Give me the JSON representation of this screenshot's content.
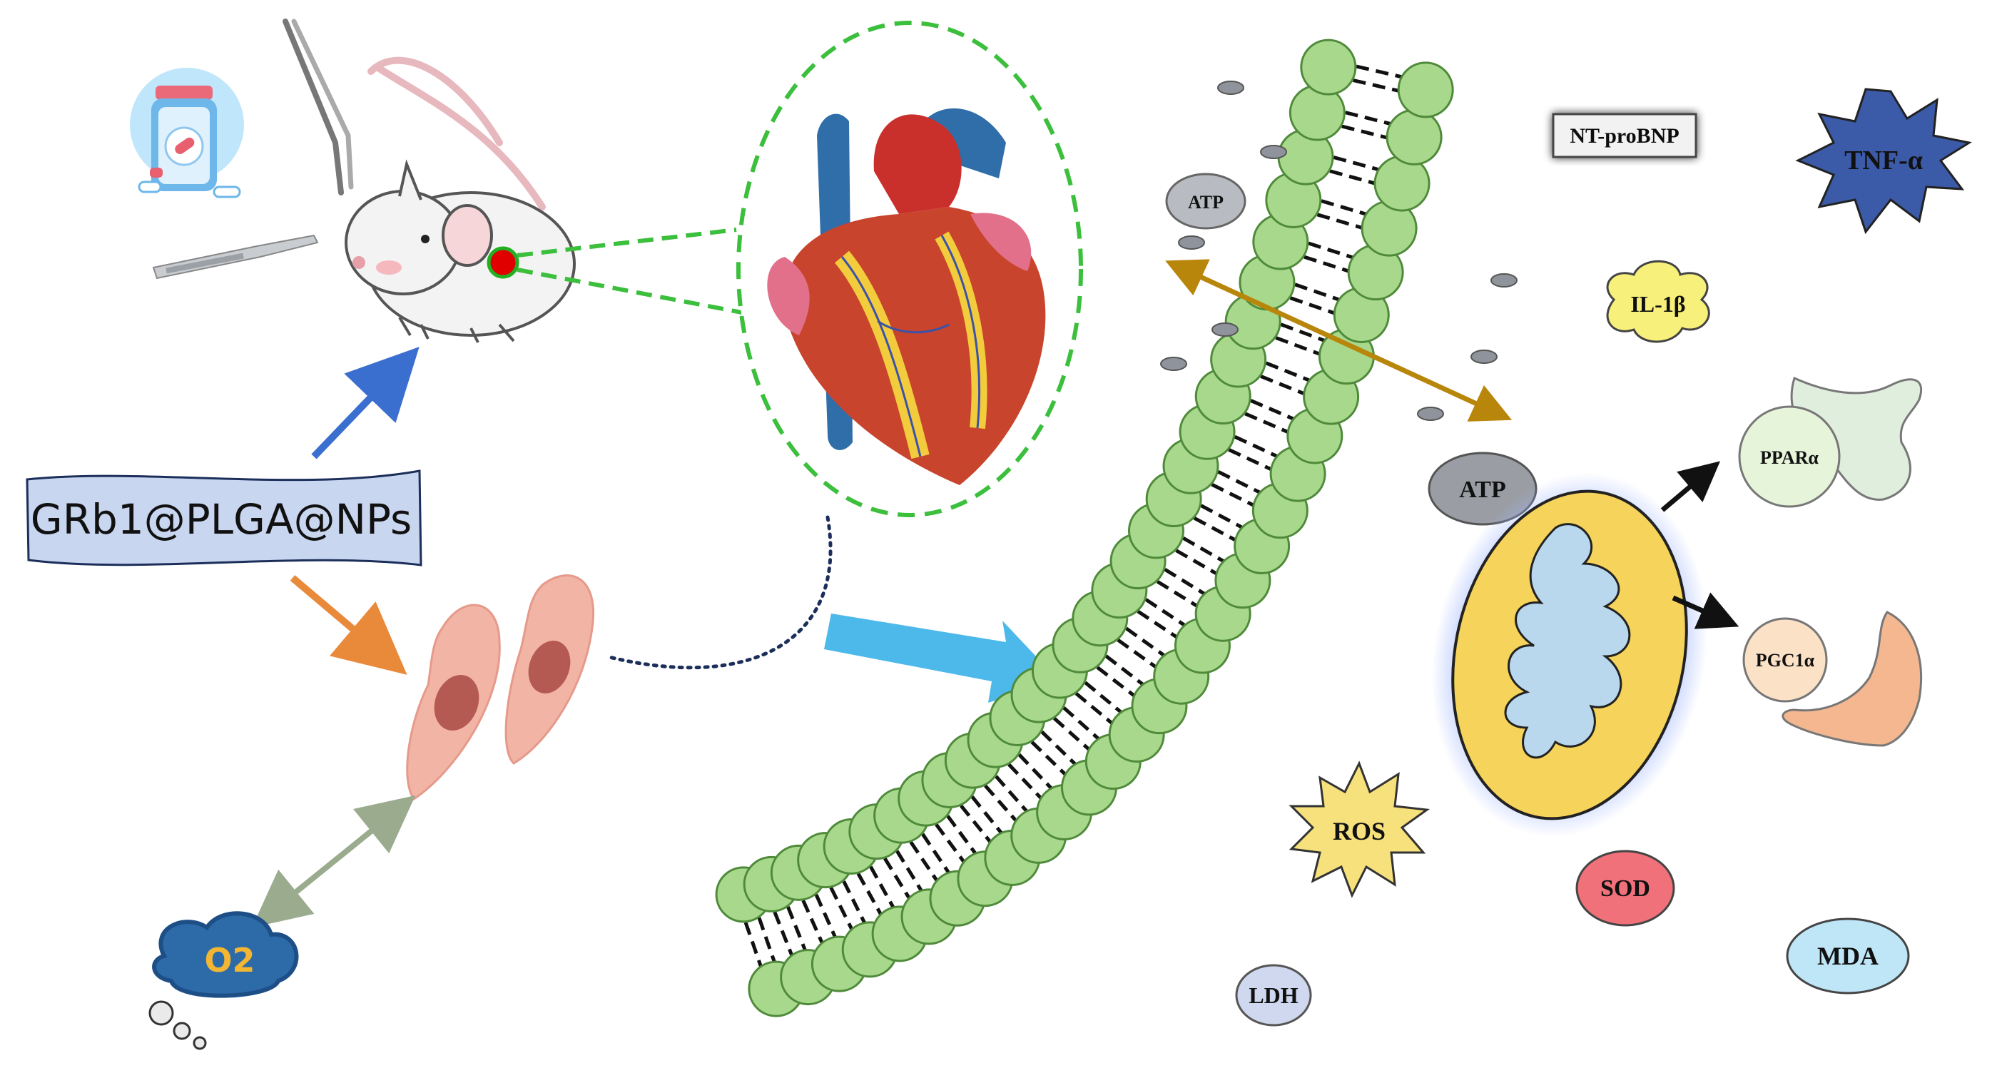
{
  "nanoparticle_label": "GRb1@PLGA@NPs",
  "oxygen_label": "O2",
  "membrane_left_label": "ATP",
  "atp_label": "ATP",
  "ntprobnp_label": "NT-proBNP",
  "tnf_label": "TNF-α",
  "il1b_label": "IL-1β",
  "ppara_label": "PPARα",
  "pgc1a_label": "PGC1α",
  "ros_label": "ROS",
  "sod_label": "SOD",
  "mda_label": "MDA",
  "ldh_label": "LDH",
  "colors": {
    "lipid_head": "#a8d88c",
    "lipid_stroke": "#4f8a3a",
    "mito_outer": "#f6d35a",
    "mito_inner": "#b9d8ee",
    "blue_arrow": "#3a6fcf",
    "orange_arrow": "#e98a3b",
    "gold_arrow": "#b8860b",
    "green_dash": "#3cbf3c",
    "cyan_arrow": "#4db8ea"
  }
}
